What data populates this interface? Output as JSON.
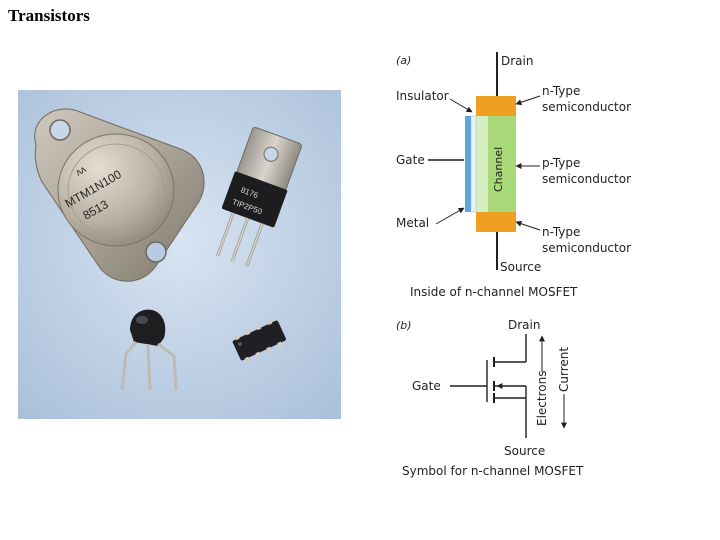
{
  "slide": {
    "title": "Transistors"
  },
  "photo": {
    "large_can_marking_1": "MTM1N100",
    "large_can_marking_2": "8513",
    "to220_marking_1": "8176",
    "to220_marking_2": "TIP2P50"
  },
  "fig_a": {
    "panel_label": "(a)",
    "labels": {
      "drain": "Drain",
      "insulator": "Insulator",
      "gate": "Gate",
      "metal": "Metal",
      "source": "Source",
      "channel": "Channel",
      "n_type_top_1": "n-Type",
      "n_type_top_2": "semiconductor",
      "p_type_1": "p-Type",
      "p_type_2": "semiconductor",
      "n_type_bottom_1": "n-Type",
      "n_type_bottom_2": "semiconductor"
    },
    "caption": "Inside of n-channel MOSFET",
    "colors": {
      "n_region": "#f0a020",
      "p_region": "#a8d878",
      "metal": "#5aa7e0"
    }
  },
  "fig_b": {
    "panel_label": "(b)",
    "labels": {
      "drain": "Drain",
      "gate": "Gate",
      "source": "Source",
      "electrons": "Electrons",
      "current": "Current"
    },
    "caption": "Symbol for n-channel MOSFET"
  }
}
